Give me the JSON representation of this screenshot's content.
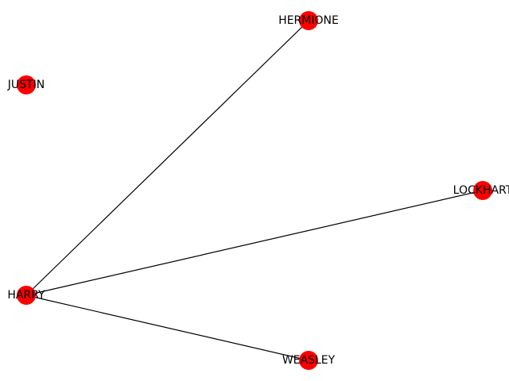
{
  "graph": {
    "node_color": "#ff0000",
    "edge_color": "#000000",
    "nodes": [
      {
        "id": "hermione",
        "label": "HERMIONE"
      },
      {
        "id": "justin",
        "label": "JUSTIN"
      },
      {
        "id": "lockhart",
        "label": "LOCKHART"
      },
      {
        "id": "harry",
        "label": "HARRY"
      },
      {
        "id": "weasley",
        "label": "WEASLEY"
      }
    ],
    "edges": [
      {
        "source": "harry",
        "target": "hermione"
      },
      {
        "source": "harry",
        "target": "lockhart"
      },
      {
        "source": "harry",
        "target": "weasley"
      }
    ]
  }
}
